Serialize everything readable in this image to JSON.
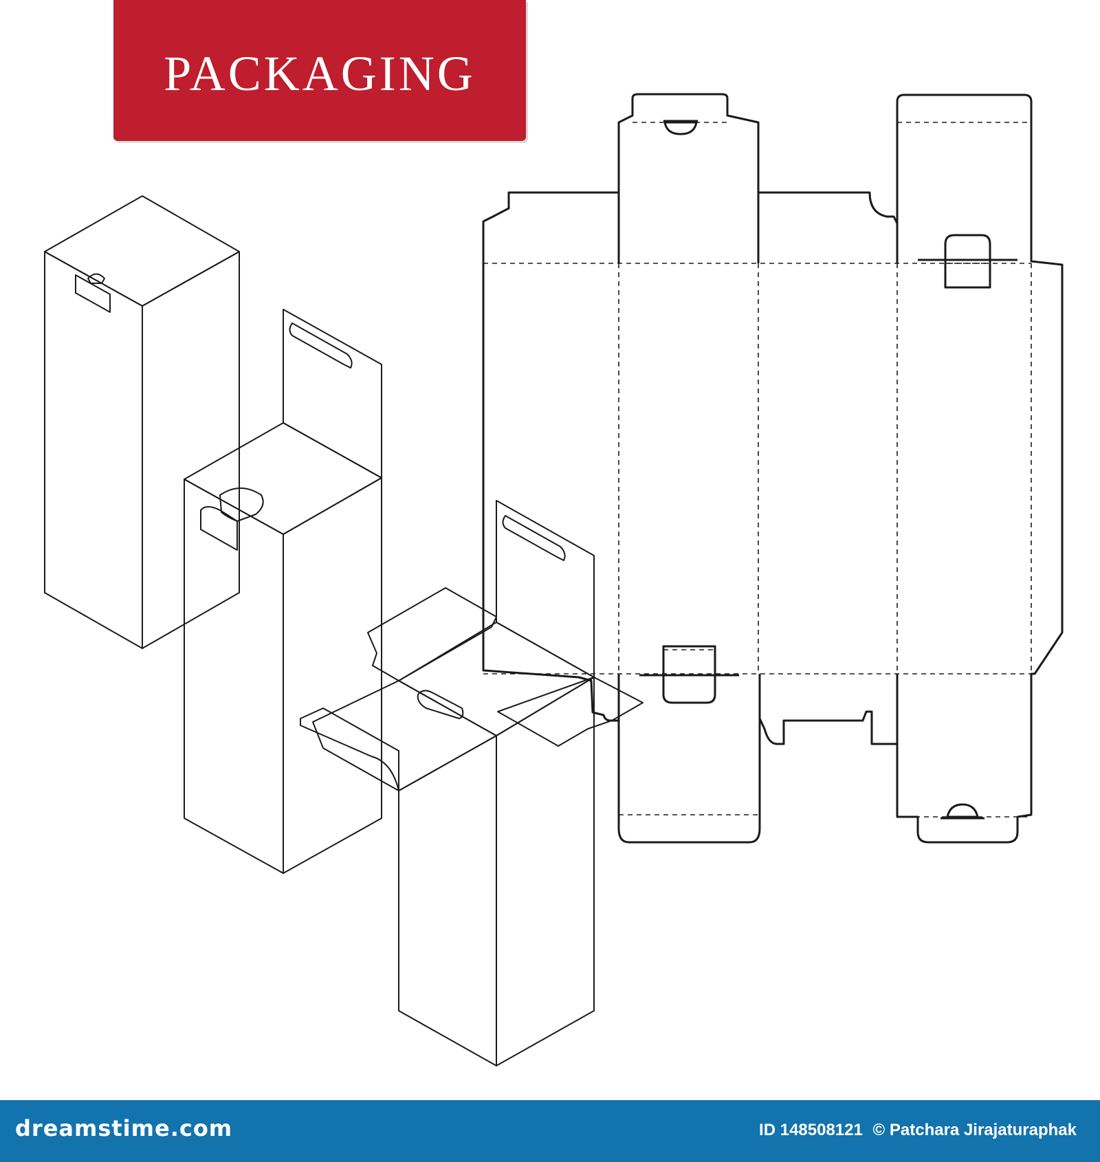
{
  "title": "PACKAGING",
  "footer": {
    "logo_text": "dreamstime.com",
    "id_text": "ID 148508121",
    "copyright_text": "© Patchara Jirajaturaphak"
  },
  "colors": {
    "banner": "#be1e2d",
    "footer": "#1373ad",
    "pink_light": "#fbd3ec",
    "pink_mid": "#f5b6dc",
    "pink_dark": "#d37ab1",
    "line": "#1a1a1a"
  }
}
